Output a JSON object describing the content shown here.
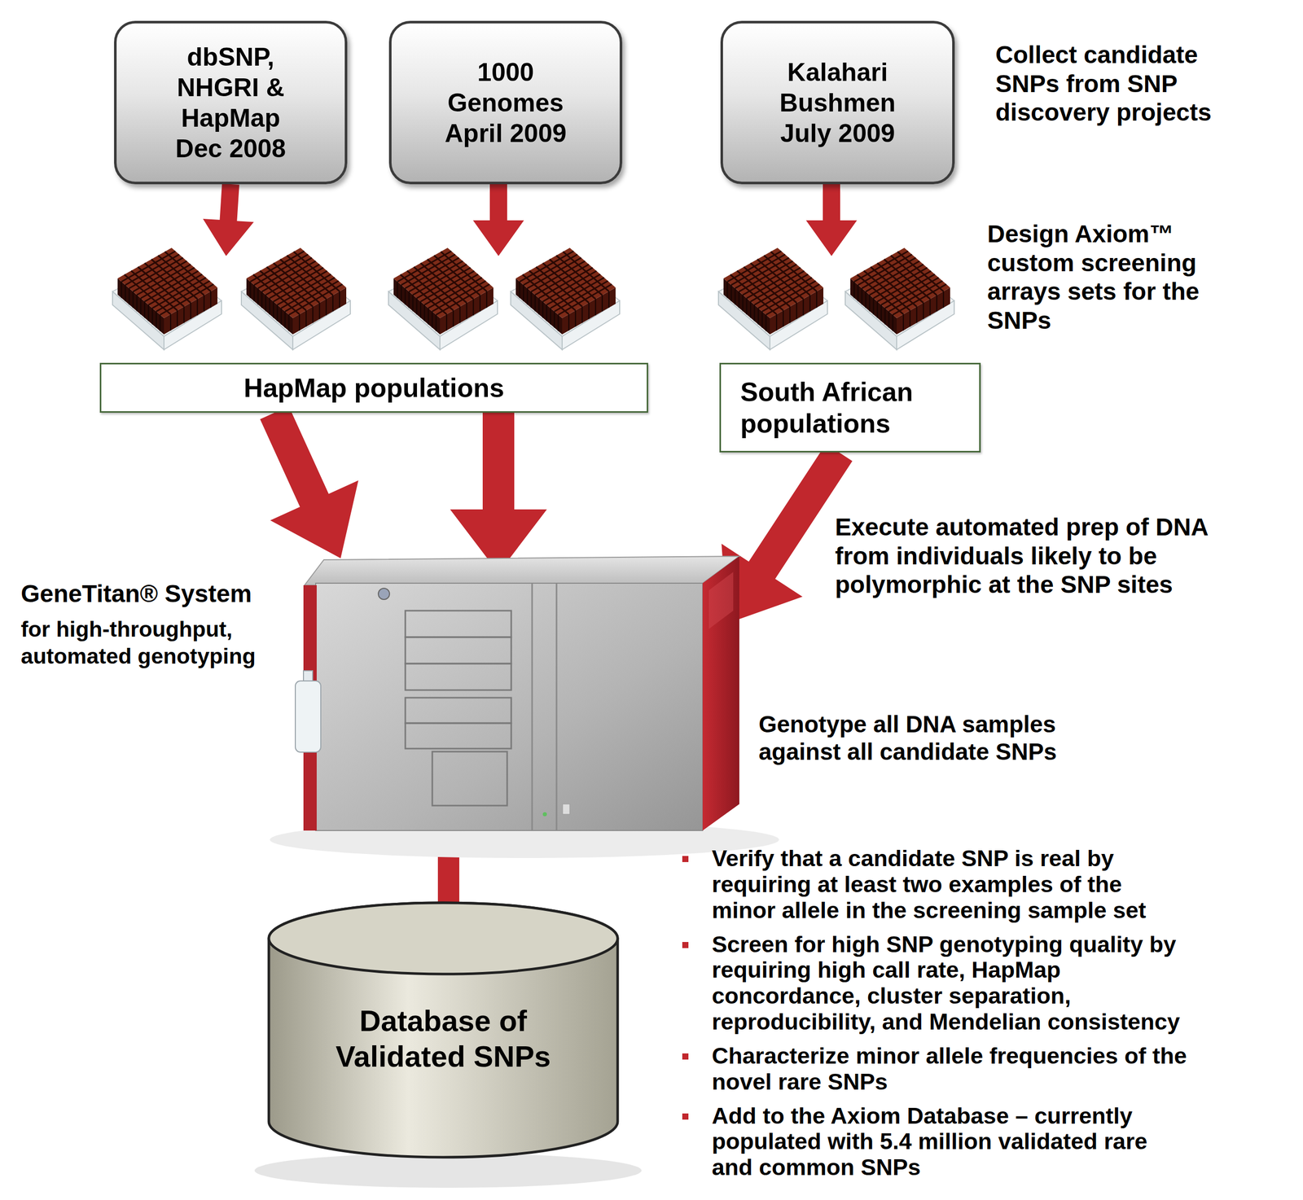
{
  "diagram": {
    "nodes": [
      {
        "text": [
          "dbSNP, NHGRI & HapMap Dec 2008"
        ]
      },
      {
        "text": [
          "1000 Genomes April 2009"
        ]
      },
      {
        "text": [
          "Kalahari Bushmen July 2009"
        ]
      },
      {
        "text": [
          "HapMap populations"
        ]
      },
      {
        "text": [
          "South African populations"
        ]
      },
      {
        "text": [
          "GeneTitan® System",
          "for high-throughput, automated genotyping"
        ]
      },
      {
        "text": [
          "Database of Validated SNPs"
        ]
      }
    ],
    "edges": [
      {
        "from": 0,
        "to": 3,
        "arrow": "to"
      },
      {
        "from": 1,
        "to": 3,
        "arrow": "to"
      },
      {
        "from": 2,
        "to": 4,
        "arrow": "to"
      },
      {
        "from": 3,
        "to": 5,
        "arrow": "to"
      },
      {
        "from": 3,
        "to": 5,
        "arrow": "to"
      },
      {
        "from": 4,
        "to": 5,
        "arrow": "to"
      },
      {
        "from": 5,
        "to": 6,
        "arrow": "to"
      }
    ],
    "labels": [
      "Collect candidate SNPs from SNP discovery projects",
      "Design Axiom™ custom screening arrays sets for the SNPs",
      "Execute automated prep of DNA from individuals likely to be polymorphic at the SNP sites",
      "Genotype all DNA samples against all candidate SNPs",
      "Verify that a candidate SNP is real by requiring at least two examples of the minor allele in the screening sample set",
      "Screen for high SNP genotyping quality by requiring high call rate, HapMap concordance, cluster separation, reproducibility, and Mendelian consistency",
      "Characterize minor allele frequencies of the novel rare SNPs",
      "Add to the Axiom Database – currently populated with 5.4 million validated rare and common SNPs"
    ]
  }
}
